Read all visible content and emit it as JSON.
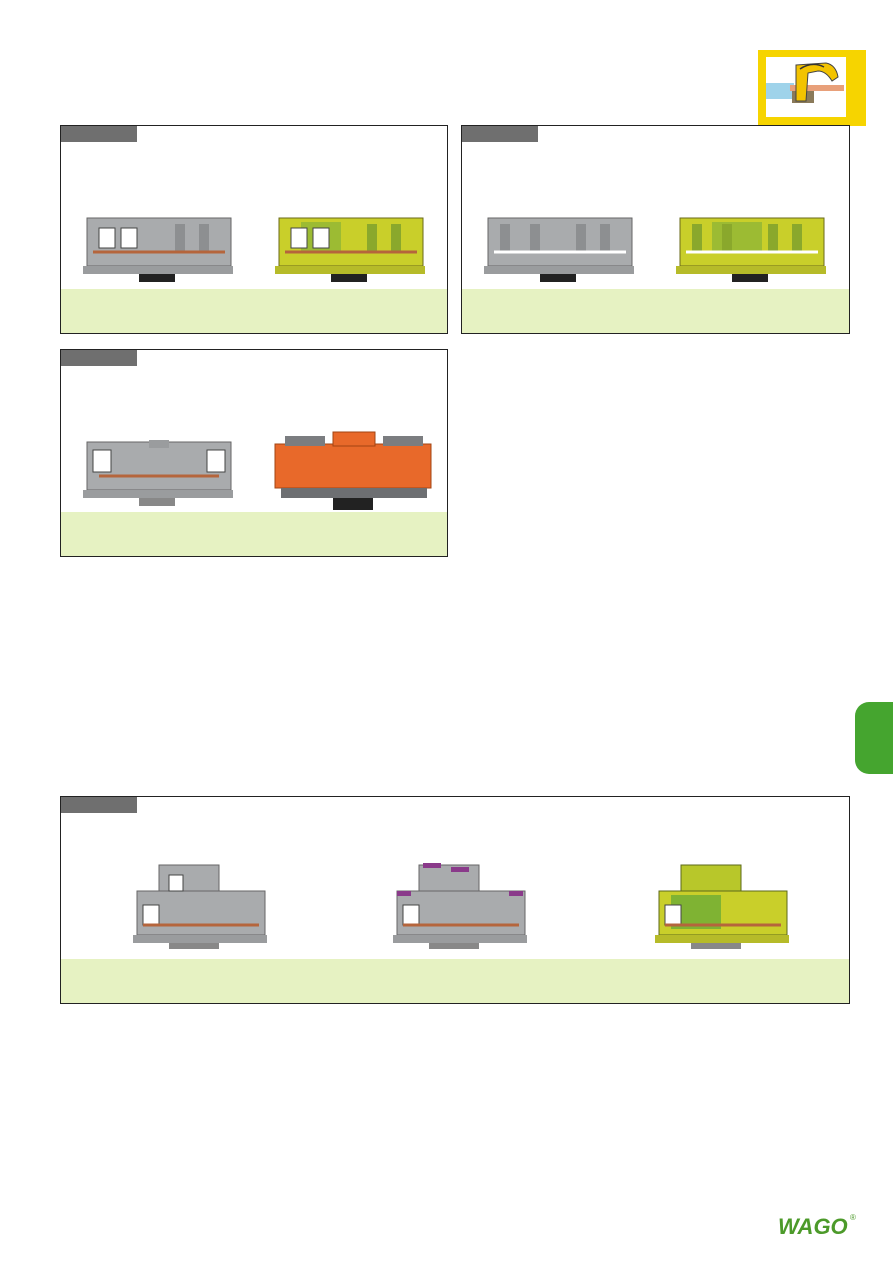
{
  "logo": {
    "text": "WAGO",
    "trademark": "®",
    "color": "#4c9a2a"
  },
  "colors": {
    "grey_block": "#a9abad",
    "yellow_green_block": "#c9cf2a",
    "orange_cover": "#e8692a",
    "tab_grey": "#6f6f6f",
    "strip_green": "#e6f2c2",
    "side_tab_green": "#45a52f",
    "icon_yellow": "#f6d400"
  },
  "icons": [
    "cage-clamp-connection-icon",
    "wago-logo",
    "chapter-tab"
  ],
  "panels": [
    {
      "id": "panel-a",
      "images": [
        "grey-terminal-block",
        "yellow-green-terminal-block"
      ]
    },
    {
      "id": "panel-b",
      "images": [
        "grey-terminal-block",
        "yellow-green-terminal-block"
      ]
    },
    {
      "id": "panel-c",
      "images": [
        "grey-terminal-block",
        "orange-marker-cover"
      ]
    },
    {
      "id": "panel-d",
      "images": [
        "grey-double-deck-block",
        "grey-violet-double-deck-block",
        "yellow-green-double-deck-block"
      ]
    }
  ]
}
